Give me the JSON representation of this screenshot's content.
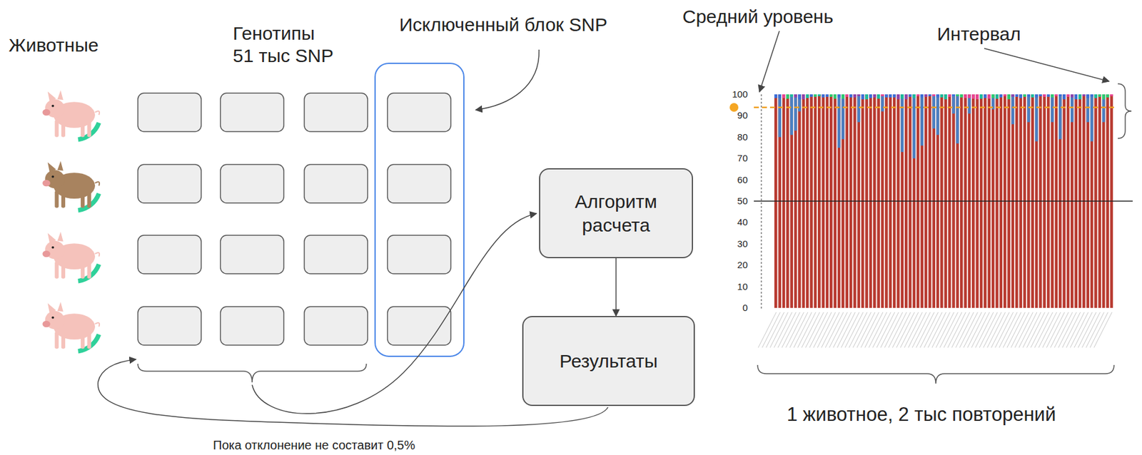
{
  "diagram": {
    "nodes": [
      {
        "text": [
          "Алгоритм расчета"
        ]
      },
      {
        "text": [
          "Результаты"
        ]
      }
    ],
    "edges": [
      {
        "from": 0,
        "to": 1,
        "arrow": "to"
      }
    ],
    "labels": [
      "Животные",
      "Генотипы 51 тыс SNP",
      "Исключенный блок SNP",
      "Средний уровень",
      "Интервал",
      "Пока отклонение не составит 0,5%",
      "1 животное, 2 тыс повторений",
      "100",
      "90",
      "80",
      "70",
      "60",
      "50",
      "40",
      "30",
      "20",
      "10",
      "0"
    ]
  }
}
